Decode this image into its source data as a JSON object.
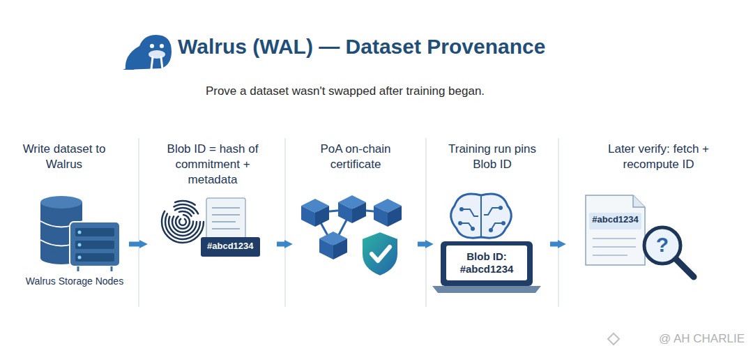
{
  "diagram": {
    "title": "Walrus (WAL) — Dataset Provenance",
    "nodes": [
      {
        "text": [
          "Write dataset to Walrus",
          "Walrus Storage Nodes"
        ]
      },
      {
        "text": [
          "Blob ID = hash of commitment + metadata"
        ]
      },
      {
        "text": [
          "#abcd1234"
        ],
        "in": 1
      },
      {
        "text": [
          "PoA on-chain certificate"
        ]
      },
      {
        "text": [
          "Training run pins Blob ID"
        ]
      },
      {
        "text": [
          "Blob ID: #abcd1234"
        ],
        "in": 4
      },
      {
        "text": [
          "Later verify: fetch + recompute ID"
        ]
      },
      {
        "text": [
          "#abcd1234"
        ],
        "in": 6
      }
    ],
    "edges": [
      {
        "from": 0,
        "to": 1,
        "arrow": "to"
      },
      {
        "from": 1,
        "to": 3,
        "arrow": "to"
      },
      {
        "from": 3,
        "to": 4,
        "arrow": "to"
      },
      {
        "from": 4,
        "to": 6,
        "arrow": "to"
      }
    ],
    "labels": [
      "Prove a dataset wasn't swapped after training began.",
      "?",
      "@ AH CHARLIE"
    ]
  }
}
